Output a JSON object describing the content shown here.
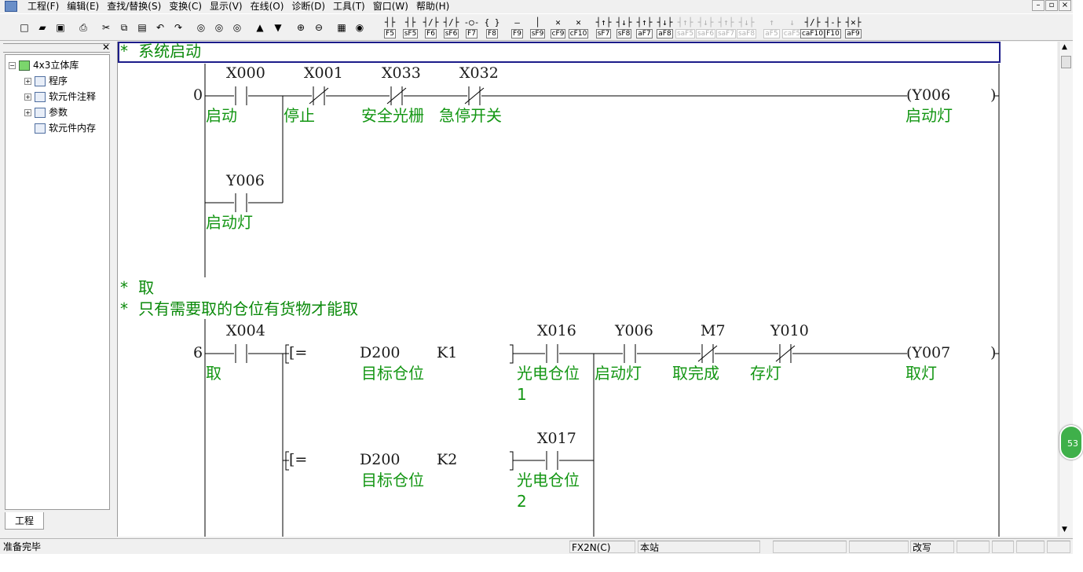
{
  "menu": [
    "工程(F)",
    "编辑(E)",
    "查找/替换(S)",
    "变换(C)",
    "显示(V)",
    "在线(O)",
    "诊断(D)",
    "工具(T)",
    "窗口(W)",
    "帮助(H)"
  ],
  "window_controls": [
    "–",
    "▫",
    "×"
  ],
  "toolbar": {
    "icons": [
      "new-icon",
      "open-icon",
      "save-icon",
      "sep",
      "print-icon",
      "sep",
      "cut-icon",
      "copy-icon",
      "paste-icon",
      "undo-icon",
      "redo-icon",
      "sep",
      "find-device-icon",
      "find-instruction-icon",
      "find-contact-icon",
      "sep",
      "write-plc-icon",
      "read-plc-icon",
      "sep",
      "zoom-in-icon",
      "zoom-out-icon",
      "sep",
      "comment-icon",
      "monitor-icon"
    ],
    "icon_glyphs": [
      "□",
      "▰",
      "▣",
      "",
      "⎙",
      "",
      "✂",
      "⧉",
      "▤",
      "↶",
      "↷",
      "",
      "◎",
      "◎",
      "◎",
      "",
      "▲",
      "▼",
      "",
      "⊕",
      "⊖",
      "",
      "▦",
      "◉"
    ],
    "ladder_buttons": [
      {
        "sym": "┤├",
        "key": "F5"
      },
      {
        "sym": "┤├",
        "key": "sF5"
      },
      {
        "sym": "┤/├",
        "key": "F6"
      },
      {
        "sym": "┤/├",
        "key": "sF6"
      },
      {
        "sym": "-○-",
        "key": "F7"
      },
      {
        "sym": "{ }",
        "key": "F8"
      },
      {
        "sym": "—",
        "key": "F9"
      },
      {
        "sym": "│",
        "key": "sF9"
      },
      {
        "sym": "✕",
        "key": "cF9"
      },
      {
        "sym": "✕",
        "key": "cF10"
      },
      {
        "sym": "┤↑├",
        "key": "sF7"
      },
      {
        "sym": "┤↓├",
        "key": "sF8"
      },
      {
        "sym": "┤↑├",
        "key": "aF7"
      },
      {
        "sym": "┤↓├",
        "key": "aF8"
      },
      {
        "sym": "┤↑├",
        "key": "saF5",
        "disabled": true
      },
      {
        "sym": "┤↓├",
        "key": "saF6",
        "disabled": true
      },
      {
        "sym": "┤↑├",
        "key": "saF7",
        "disabled": true
      },
      {
        "sym": "┤↓├",
        "key": "saF8",
        "disabled": true
      },
      {
        "sym": "↑",
        "key": "aF5",
        "disabled": true
      },
      {
        "sym": "↓",
        "key": "caF5",
        "disabled": true
      },
      {
        "sym": "┤/├",
        "key": "caF10"
      },
      {
        "sym": "┤-├",
        "key": "F10"
      },
      {
        "sym": "┤✕├",
        "key": "aF9"
      }
    ]
  },
  "project_tree": {
    "root": "4x3立体库",
    "items": [
      "程序",
      "软元件注释",
      "参数",
      "软元件内存"
    ],
    "tab": "工程"
  },
  "ladder": {
    "rung1": {
      "comment": "* 系统启动",
      "step": "0",
      "contacts": [
        {
          "device": "X000",
          "label": "启动",
          "type": "NO"
        },
        {
          "device": "X001",
          "label": "停止",
          "type": "NC"
        },
        {
          "device": "X033",
          "label": "安全光栅",
          "type": "NC"
        },
        {
          "device": "X032",
          "label": "急停开关",
          "type": "NC"
        }
      ],
      "parallel": {
        "device": "Y006",
        "label": "启动灯"
      },
      "coil": {
        "device": "(Y006",
        "label": "启动灯"
      }
    },
    "rung2": {
      "comment1": "* 取",
      "comment2": "* 只有需要取的仓位有货物才能取",
      "step": "6",
      "first": {
        "device": "X004",
        "label": "取"
      },
      "compare1": {
        "op": "[=",
        "src": "D200",
        "val": "K1",
        "label": "目标仓位"
      },
      "compare2": {
        "op": "[=",
        "src": "D200",
        "val": "K2",
        "label": "目标仓位"
      },
      "branch1": {
        "device": "X016",
        "label": "光电仓位",
        "label2": "1"
      },
      "branch2": {
        "device": "X017",
        "label": "光电仓位",
        "label2": "2"
      },
      "contacts": [
        {
          "device": "Y006",
          "label": "启动灯",
          "type": "NO"
        },
        {
          "device": "M7",
          "label": "取完成",
          "type": "NC"
        },
        {
          "device": "Y010",
          "label": "存灯",
          "type": "NC"
        }
      ],
      "coil": {
        "device": "(Y007",
        "label": "取灯"
      }
    }
  },
  "status": {
    "ready": "准备完毕",
    "cpu": "FX2N(C)",
    "station": "本站",
    "mode": "改写"
  },
  "float_badge": "53"
}
